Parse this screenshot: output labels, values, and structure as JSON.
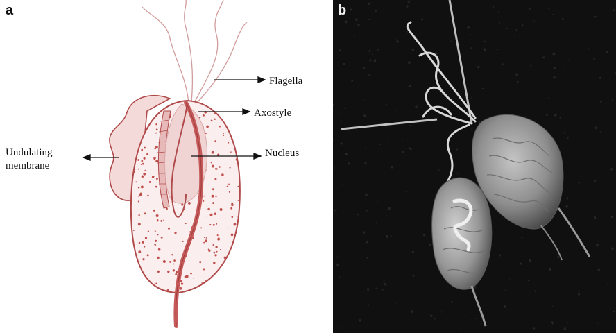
{
  "panel_a": {
    "letter": "a",
    "labels": {
      "flagella": "Flagella",
      "axostyle": "Axostyle",
      "nucleus": "Nucleus",
      "undulating_membrane_line1": "Undulating",
      "undulating_membrane_line2": "membrane"
    },
    "colors": {
      "outline": "#b04a4a",
      "body_fill": "#fbeeee",
      "dots": "#c0504d",
      "axostyle": "#c55a5a",
      "nucleus": "#f0d4d4",
      "flagella": "#d29c9c"
    }
  },
  "panel_b": {
    "letter": "b",
    "colors": {
      "background": "#101010",
      "cell": "#9a9a9a"
    }
  }
}
